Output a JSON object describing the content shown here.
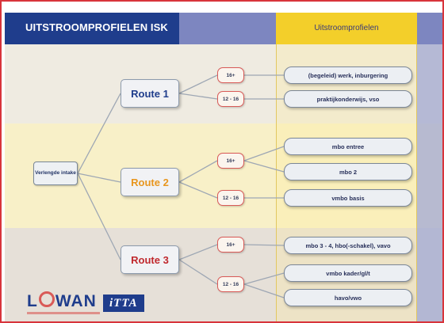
{
  "header": {
    "title": "UITSTROOMPROFIELEN ISK",
    "column_title": "Uitstroomprofielen"
  },
  "intake": {
    "label": "Verlengde intake"
  },
  "routes": [
    {
      "label": "Route 1",
      "color": "#1f3d8c",
      "ages": [
        {
          "label": "16+",
          "profiles": [
            "(begeleid) werk, inburgering"
          ]
        },
        {
          "label": "12 - 16",
          "profiles": [
            "praktijkonderwijs, vso"
          ]
        }
      ]
    },
    {
      "label": "Route 2",
      "color": "#e8961e",
      "ages": [
        {
          "label": "16+",
          "profiles": [
            "mbo entree",
            "mbo 2"
          ]
        },
        {
          "label": "12 - 16",
          "profiles": [
            "vmbo basis"
          ]
        }
      ]
    },
    {
      "label": "Route 3",
      "color": "#c0282d",
      "ages": [
        {
          "label": "16+",
          "profiles": [
            "mbo 3 - 4, hbo(-schakel), vavo"
          ]
        },
        {
          "label": "12 - 16",
          "profiles": [
            "vmbo kader/gl/t",
            "havo/vwo"
          ]
        }
      ]
    }
  ],
  "logos": {
    "lowan_prefix": "L",
    "lowan_suffix": "WAN",
    "itta": "iTTA"
  },
  "colors": {
    "header_blue": "#1f3d8c",
    "header_yellow": "#f3cf2a",
    "age_border": "#d95a57",
    "connector": "#9ea7b4"
  }
}
